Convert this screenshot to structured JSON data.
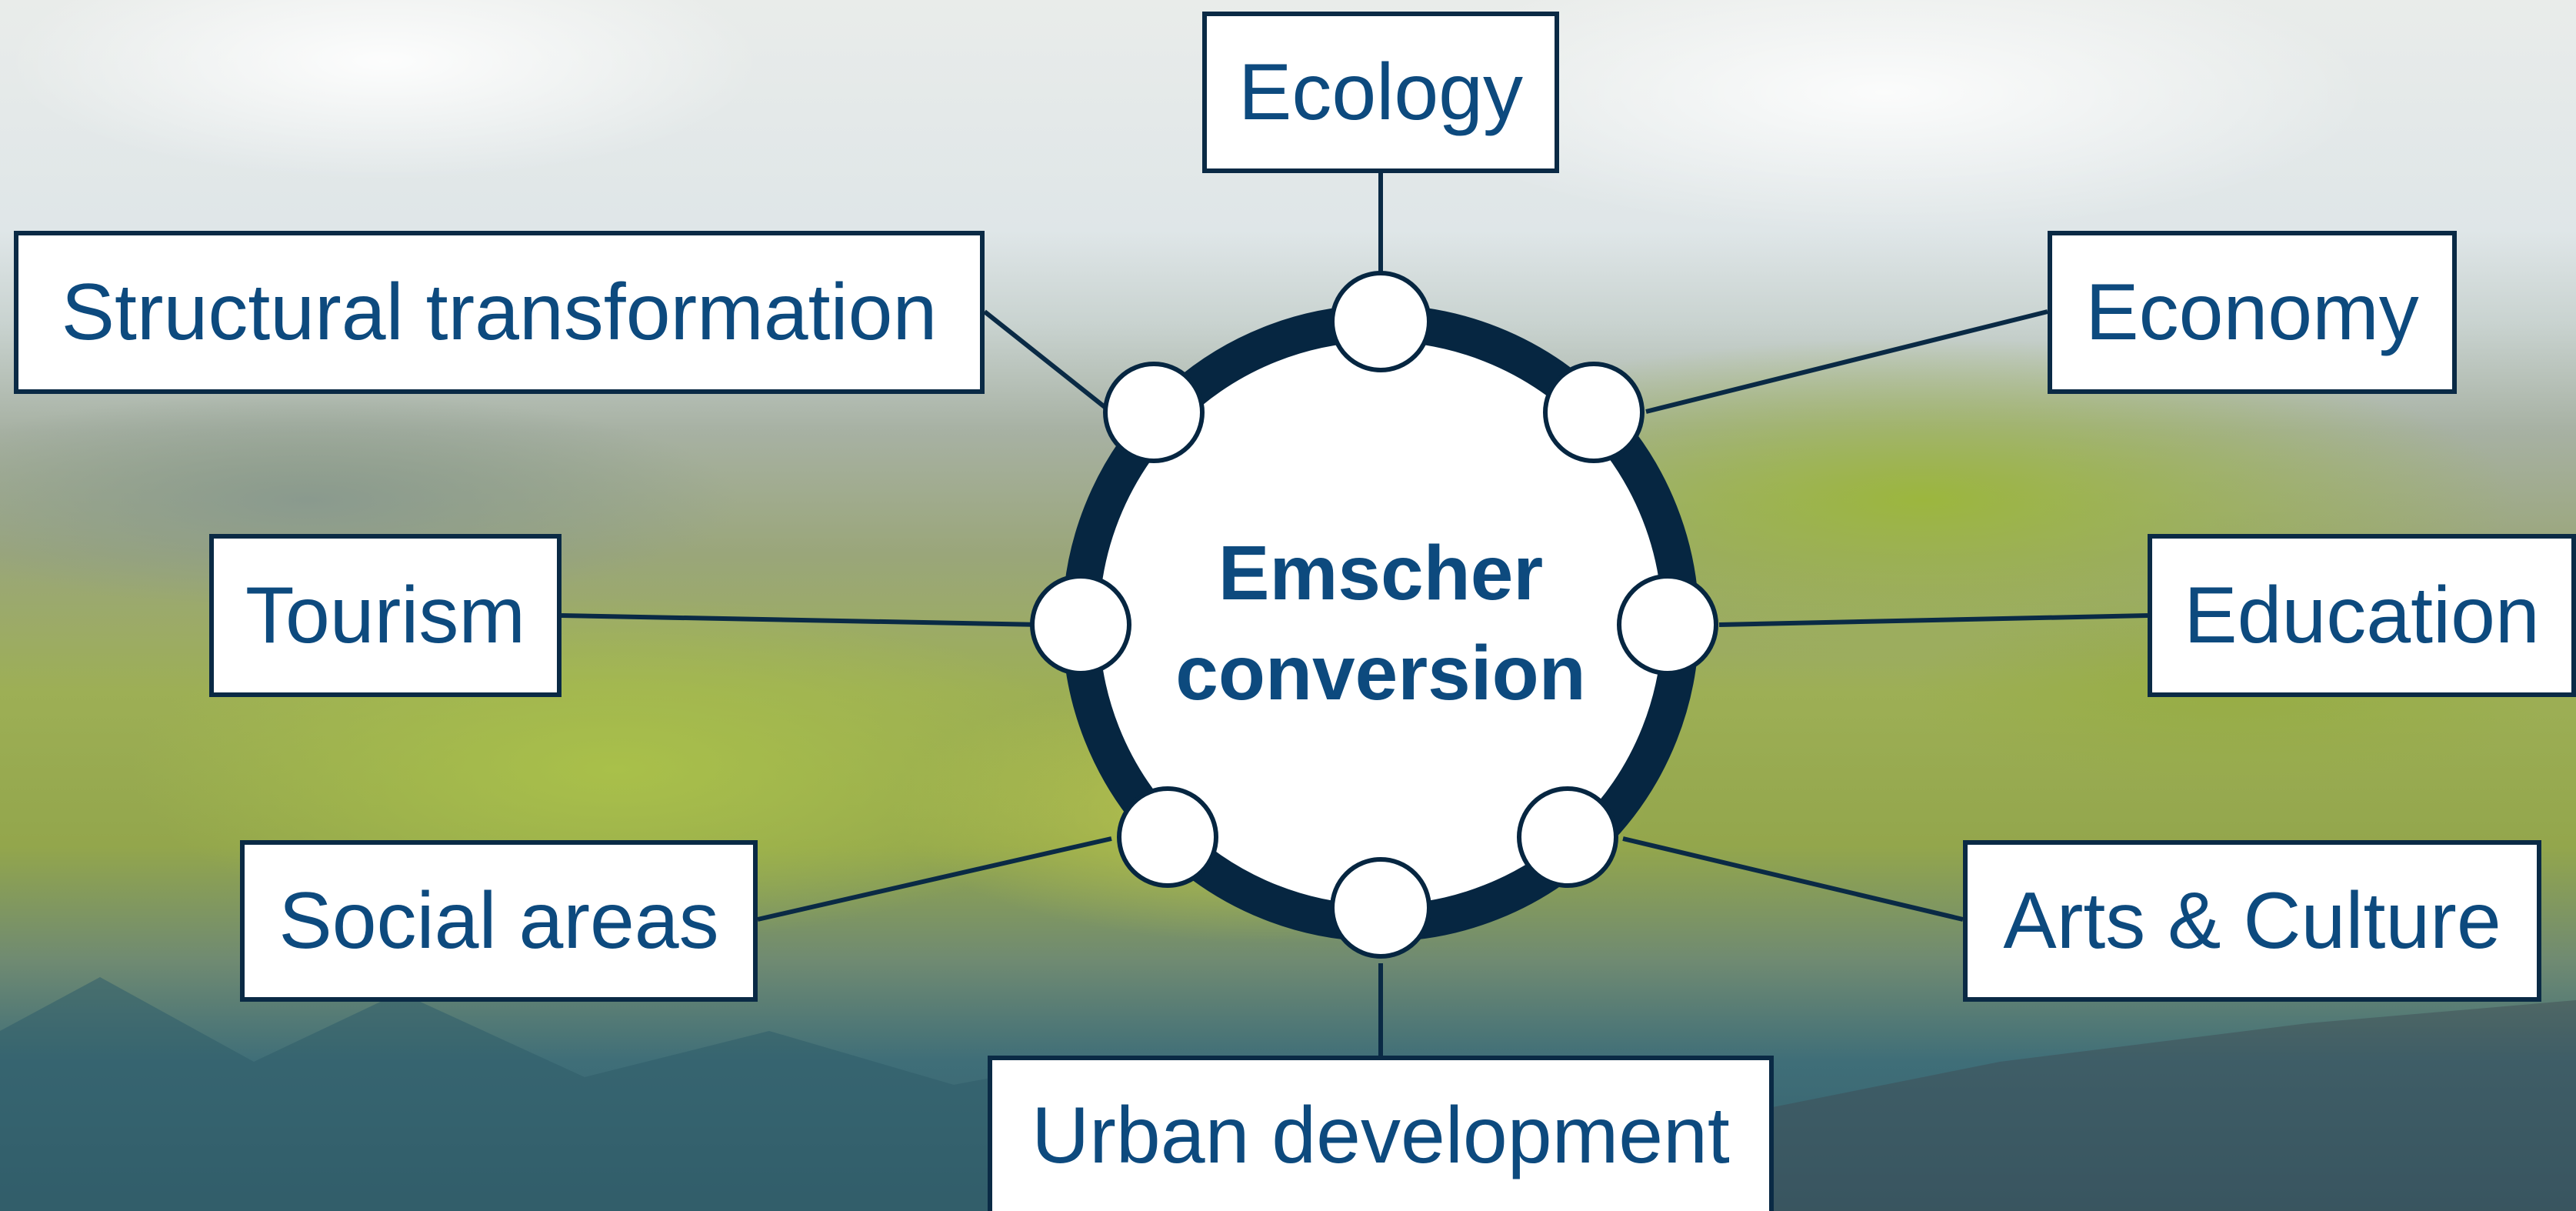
{
  "diagram": {
    "center": {
      "line1": "Emscher",
      "line2": "conversion"
    },
    "themes": [
      {
        "id": "ecology",
        "label": "Ecology"
      },
      {
        "id": "structural-transformation",
        "label": "Structural transformation"
      },
      {
        "id": "economy",
        "label": "Economy"
      },
      {
        "id": "tourism",
        "label": "Tourism"
      },
      {
        "id": "education",
        "label": "Education"
      },
      {
        "id": "social-areas",
        "label": "Social areas"
      },
      {
        "id": "arts-culture",
        "label": "Arts & Culture"
      },
      {
        "id": "urban-development",
        "label": "Urban development"
      }
    ]
  },
  "colors": {
    "ring": "#062641",
    "box_border": "#0a2a45",
    "text": "#0d4a7e",
    "connector": "#0a2a45"
  }
}
